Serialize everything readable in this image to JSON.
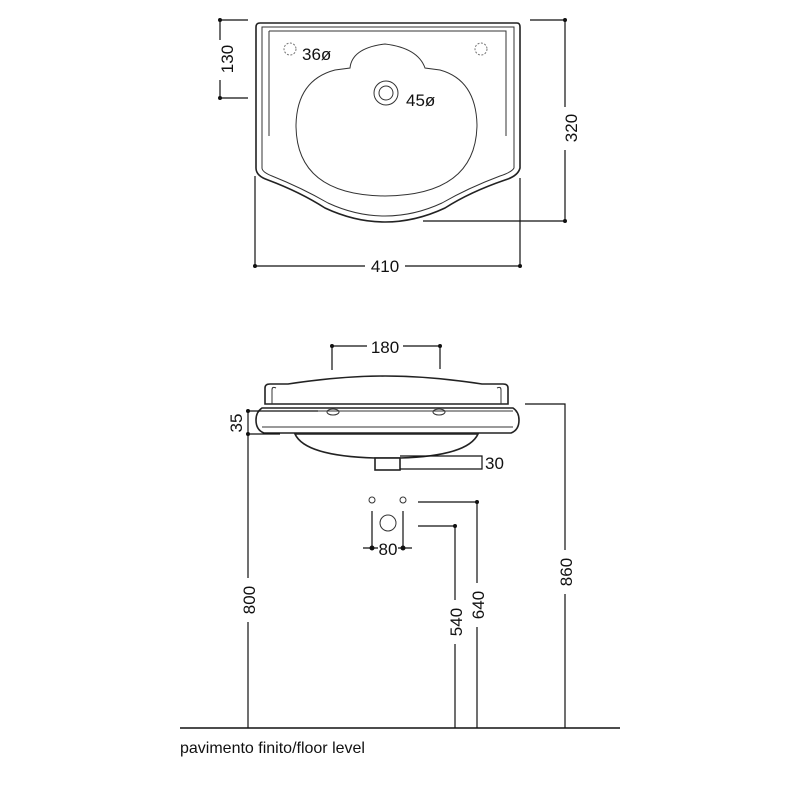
{
  "top_view": {
    "dim_depth_tap": "130",
    "dim_depth_total": "320",
    "dim_width": "410",
    "tap_hole_diameter": "36ø",
    "drain_diameter": "45ø"
  },
  "front_view": {
    "dim_tap_spacing": "180",
    "dim_rim_thickness": "35",
    "dim_waste_height": "30",
    "dim_supply_spacing": "80",
    "dim_rim_height": "800",
    "dim_total_height": "860",
    "dim_supply_height": "640",
    "dim_waste_outlet_height": "540"
  },
  "floor_label": "pavimento finito/floor level"
}
